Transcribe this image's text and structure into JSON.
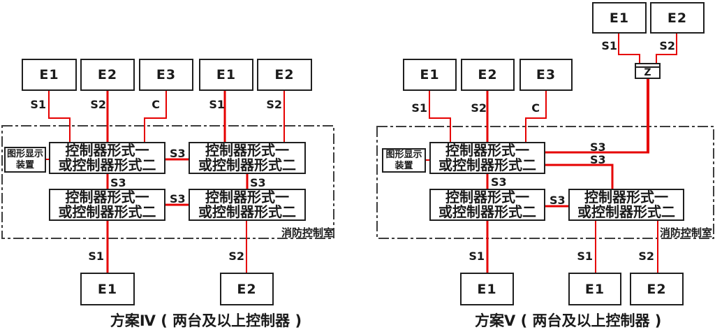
{
  "colors": {
    "wire_red": "#e60000",
    "line_black": "#1f1f1f"
  },
  "labels": {
    "s3": "S3",
    "room": "消防控制室",
    "controller_line1": "控制器形式一",
    "controller_line2": "或控制器形式二",
    "display_line1": "图形显示",
    "display_line2": "装置"
  },
  "scheme4": {
    "caption": "方案Ⅳ ( 两台及以上控制器 )",
    "top_units": [
      {
        "label": "E1",
        "signal": "S1"
      },
      {
        "label": "E2",
        "signal": "S2"
      },
      {
        "label": "E3",
        "signal": "C"
      },
      {
        "label": "E1",
        "signal": "S1"
      },
      {
        "label": "E2",
        "signal": "S2"
      }
    ],
    "bottom_units": [
      {
        "label": "E1",
        "signal": "S1"
      },
      {
        "label": "E2",
        "signal": "S2"
      }
    ]
  },
  "scheme5": {
    "caption": "方案Ⅴ ( 两台及以上控制器 )",
    "z_label": "Z",
    "zone_units": [
      {
        "label": "E1",
        "signal": "S1"
      },
      {
        "label": "E2",
        "signal": "S2"
      }
    ],
    "top_units": [
      {
        "label": "E1",
        "signal": "S1"
      },
      {
        "label": "E2",
        "signal": "S2"
      },
      {
        "label": "E3",
        "signal": "C"
      }
    ],
    "bottom_units": [
      {
        "label": "E1",
        "signal": "S1"
      },
      {
        "label": "E1",
        "signal": "S1"
      },
      {
        "label": "E2",
        "signal": "S2"
      }
    ]
  }
}
